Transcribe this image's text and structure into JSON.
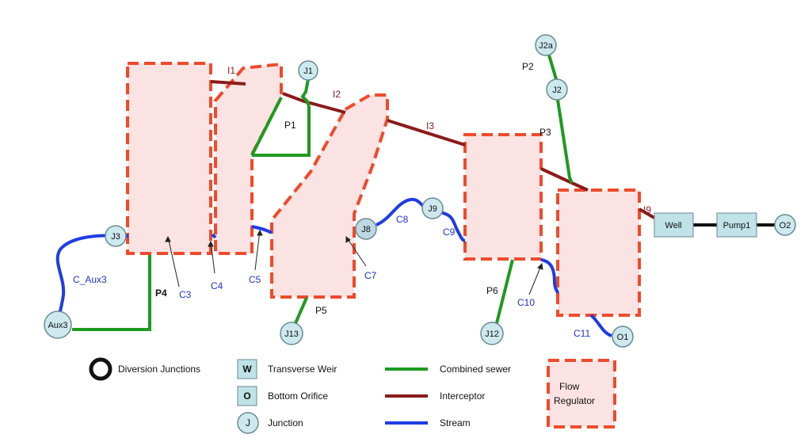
{
  "colors": {
    "combined_sewer": "#1e9a1e",
    "interceptor": "#8b1a1a",
    "stream": "#1e3ce6",
    "regulator_border": "#f04a2a",
    "regulator_fill": "#fbe3e3",
    "node_fill": "#cde9ee",
    "node_border": "#6a8a92"
  },
  "regulators": {
    "r1": "",
    "r2": "",
    "r3": "",
    "r4": "",
    "r5": "",
    "r6": ""
  },
  "nodes": {
    "J1": "J1",
    "J2a": "J2a",
    "J2": "J2",
    "J3": "J3",
    "Aux3": "Aux3",
    "J8": "J8",
    "J9": "J9",
    "J12": "J12",
    "J13": "J13",
    "O1": "O1",
    "O2": "O2"
  },
  "boxes": {
    "well": "Well",
    "pump1": "Pump1"
  },
  "labels": {
    "I1": "I1",
    "I2": "I2",
    "I3": "I3",
    "I9": "I9",
    "P1": "P1",
    "P2": "P2",
    "P3": "P3",
    "P4": "P4",
    "P5": "P5",
    "P6": "P6",
    "C3": "C3",
    "C4": "C4",
    "C5": "C5",
    "C7": "C7",
    "C8": "C8",
    "C9": "C9",
    "C10": "C10",
    "C11": "C11",
    "C_Aux3": "C_Aux3"
  },
  "legend": {
    "diversion": "Diversion Junctions",
    "weir_symbol": "W",
    "weir": "Transverse Weir",
    "orifice_symbol": "O",
    "orifice": "Bottom Orifice",
    "junction_symbol": "J",
    "junction": "Junction",
    "combined": "Combined sewer",
    "interceptor": "Interceptor",
    "stream": "Stream",
    "flow_regulator_line1": "Flow",
    "flow_regulator_line2": "Regulator"
  }
}
